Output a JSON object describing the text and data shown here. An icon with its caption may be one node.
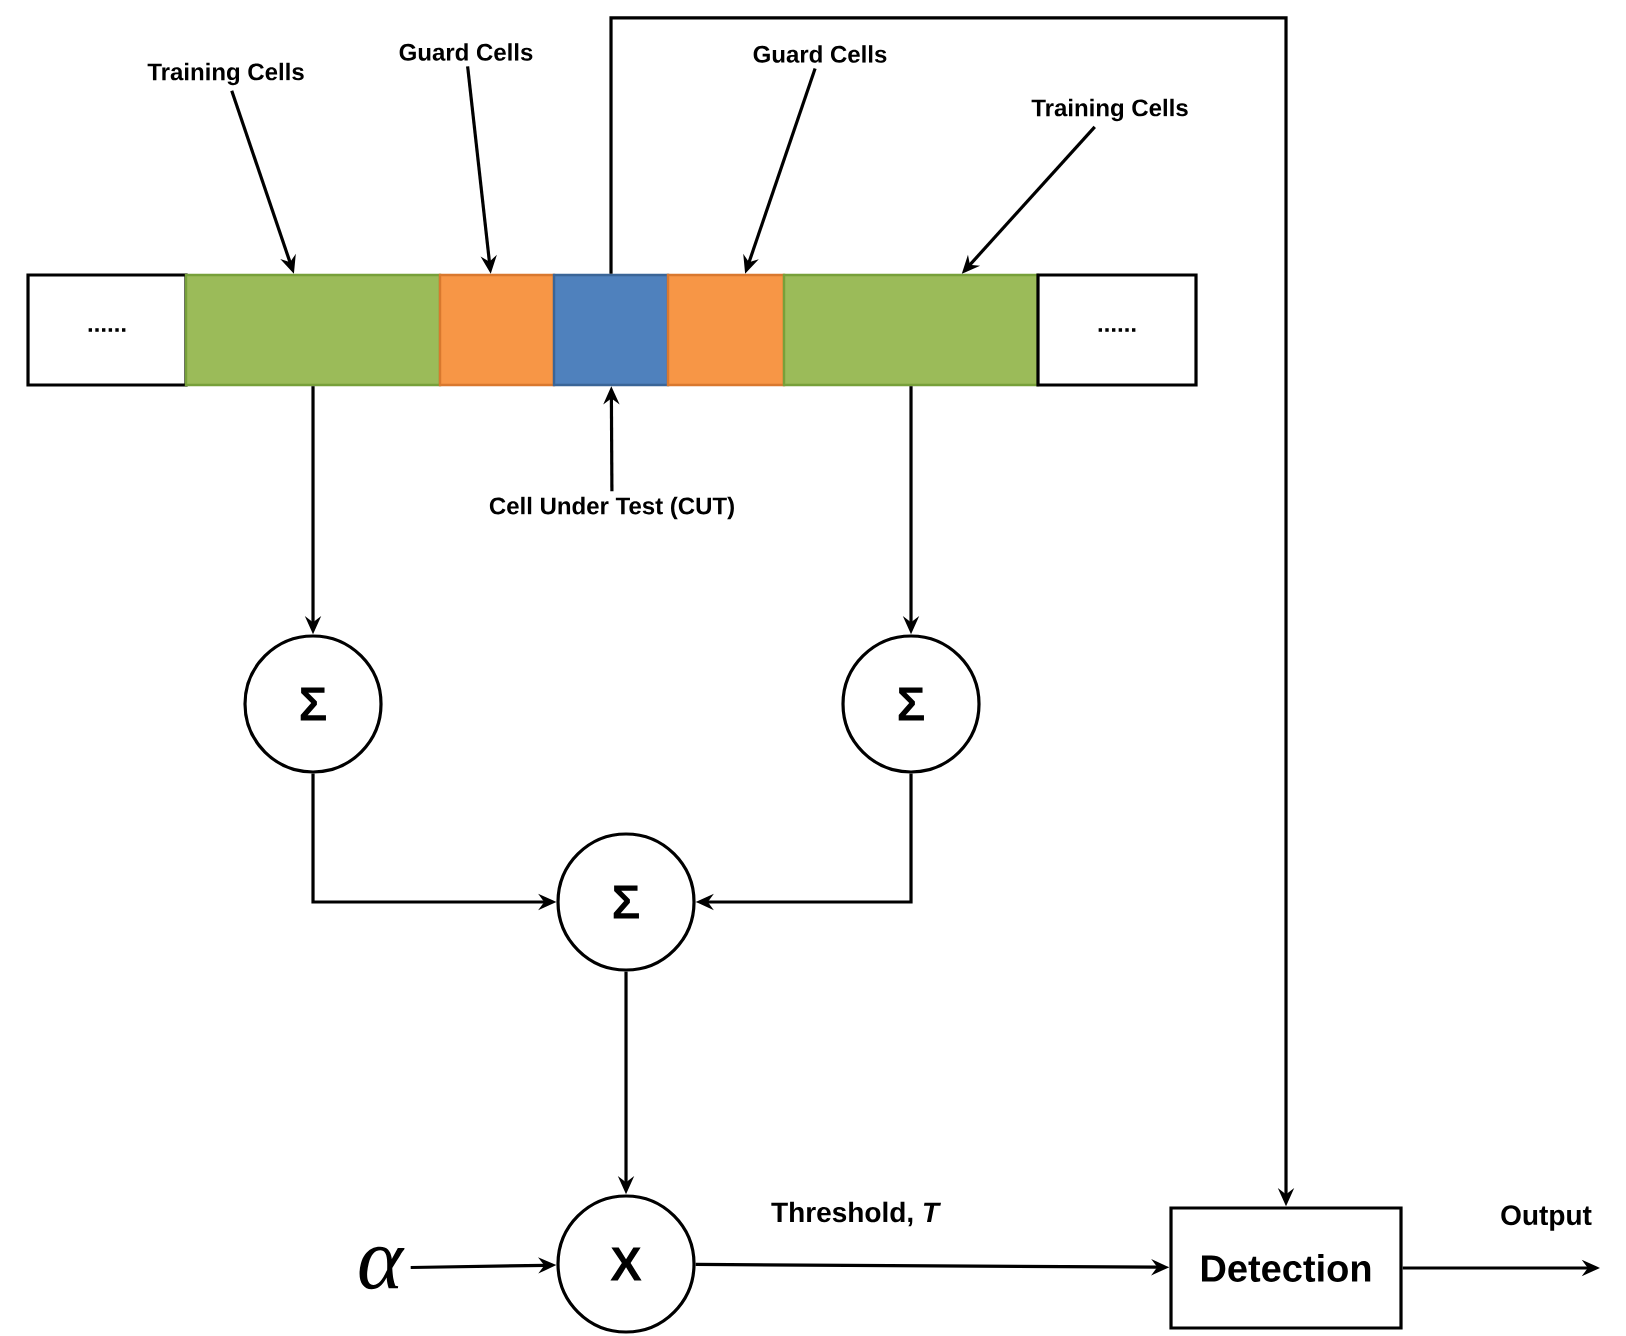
{
  "diagram": {
    "nodes": [
      {
        "text": [
          "......"
        ]
      },
      {
        "text": [],
        "shape": "box"
      },
      {
        "text": [],
        "shape": "box"
      },
      {
        "text": [],
        "shape": "box"
      },
      {
        "text": [],
        "shape": "box"
      },
      {
        "text": [],
        "shape": "box"
      },
      {
        "text": [
          "......"
        ]
      },
      {
        "text": [
          "Training Cells"
        ]
      },
      {
        "text": [
          "Guard Cells"
        ]
      },
      {
        "text": [
          "Guard Cells"
        ]
      },
      {
        "text": [
          "Training Cells"
        ]
      },
      {
        "text": [
          "Cell Under Test (CUT)"
        ]
      },
      {
        "text": [
          "Σ"
        ]
      },
      {
        "text": [
          "Σ"
        ]
      },
      {
        "text": [
          "Σ"
        ]
      },
      {
        "text": [
          "X"
        ]
      },
      {
        "text": [
          "α"
        ]
      },
      {
        "text": [
          "Detection"
        ]
      }
    ],
    "edges": [
      {
        "from": 7,
        "to": 1,
        "arrow": "to"
      },
      {
        "from": 8,
        "to": 2,
        "arrow": "to"
      },
      {
        "from": 9,
        "to": 4,
        "arrow": "to"
      },
      {
        "from": 10,
        "to": 5,
        "arrow": "to"
      },
      {
        "from": 11,
        "to": 3,
        "arrow": "to"
      },
      {
        "from": 3,
        "to": 17,
        "arrow": "to"
      },
      {
        "from": 1,
        "to": 12,
        "arrow": "to"
      },
      {
        "from": 5,
        "to": 13,
        "arrow": "to"
      },
      {
        "from": 12,
        "to": 14,
        "arrow": "to"
      },
      {
        "from": 13,
        "to": 14,
        "arrow": "to"
      },
      {
        "from": 14,
        "to": 15,
        "arrow": "to"
      },
      {
        "from": 16,
        "to": 15,
        "arrow": "to"
      },
      {
        "from": 15,
        "to": 17,
        "arrow": "to",
        "label": "Threshold, *T*"
      },
      {
        "from": 17,
        "to": null,
        "arrow": "to",
        "label": "Output"
      }
    ]
  }
}
